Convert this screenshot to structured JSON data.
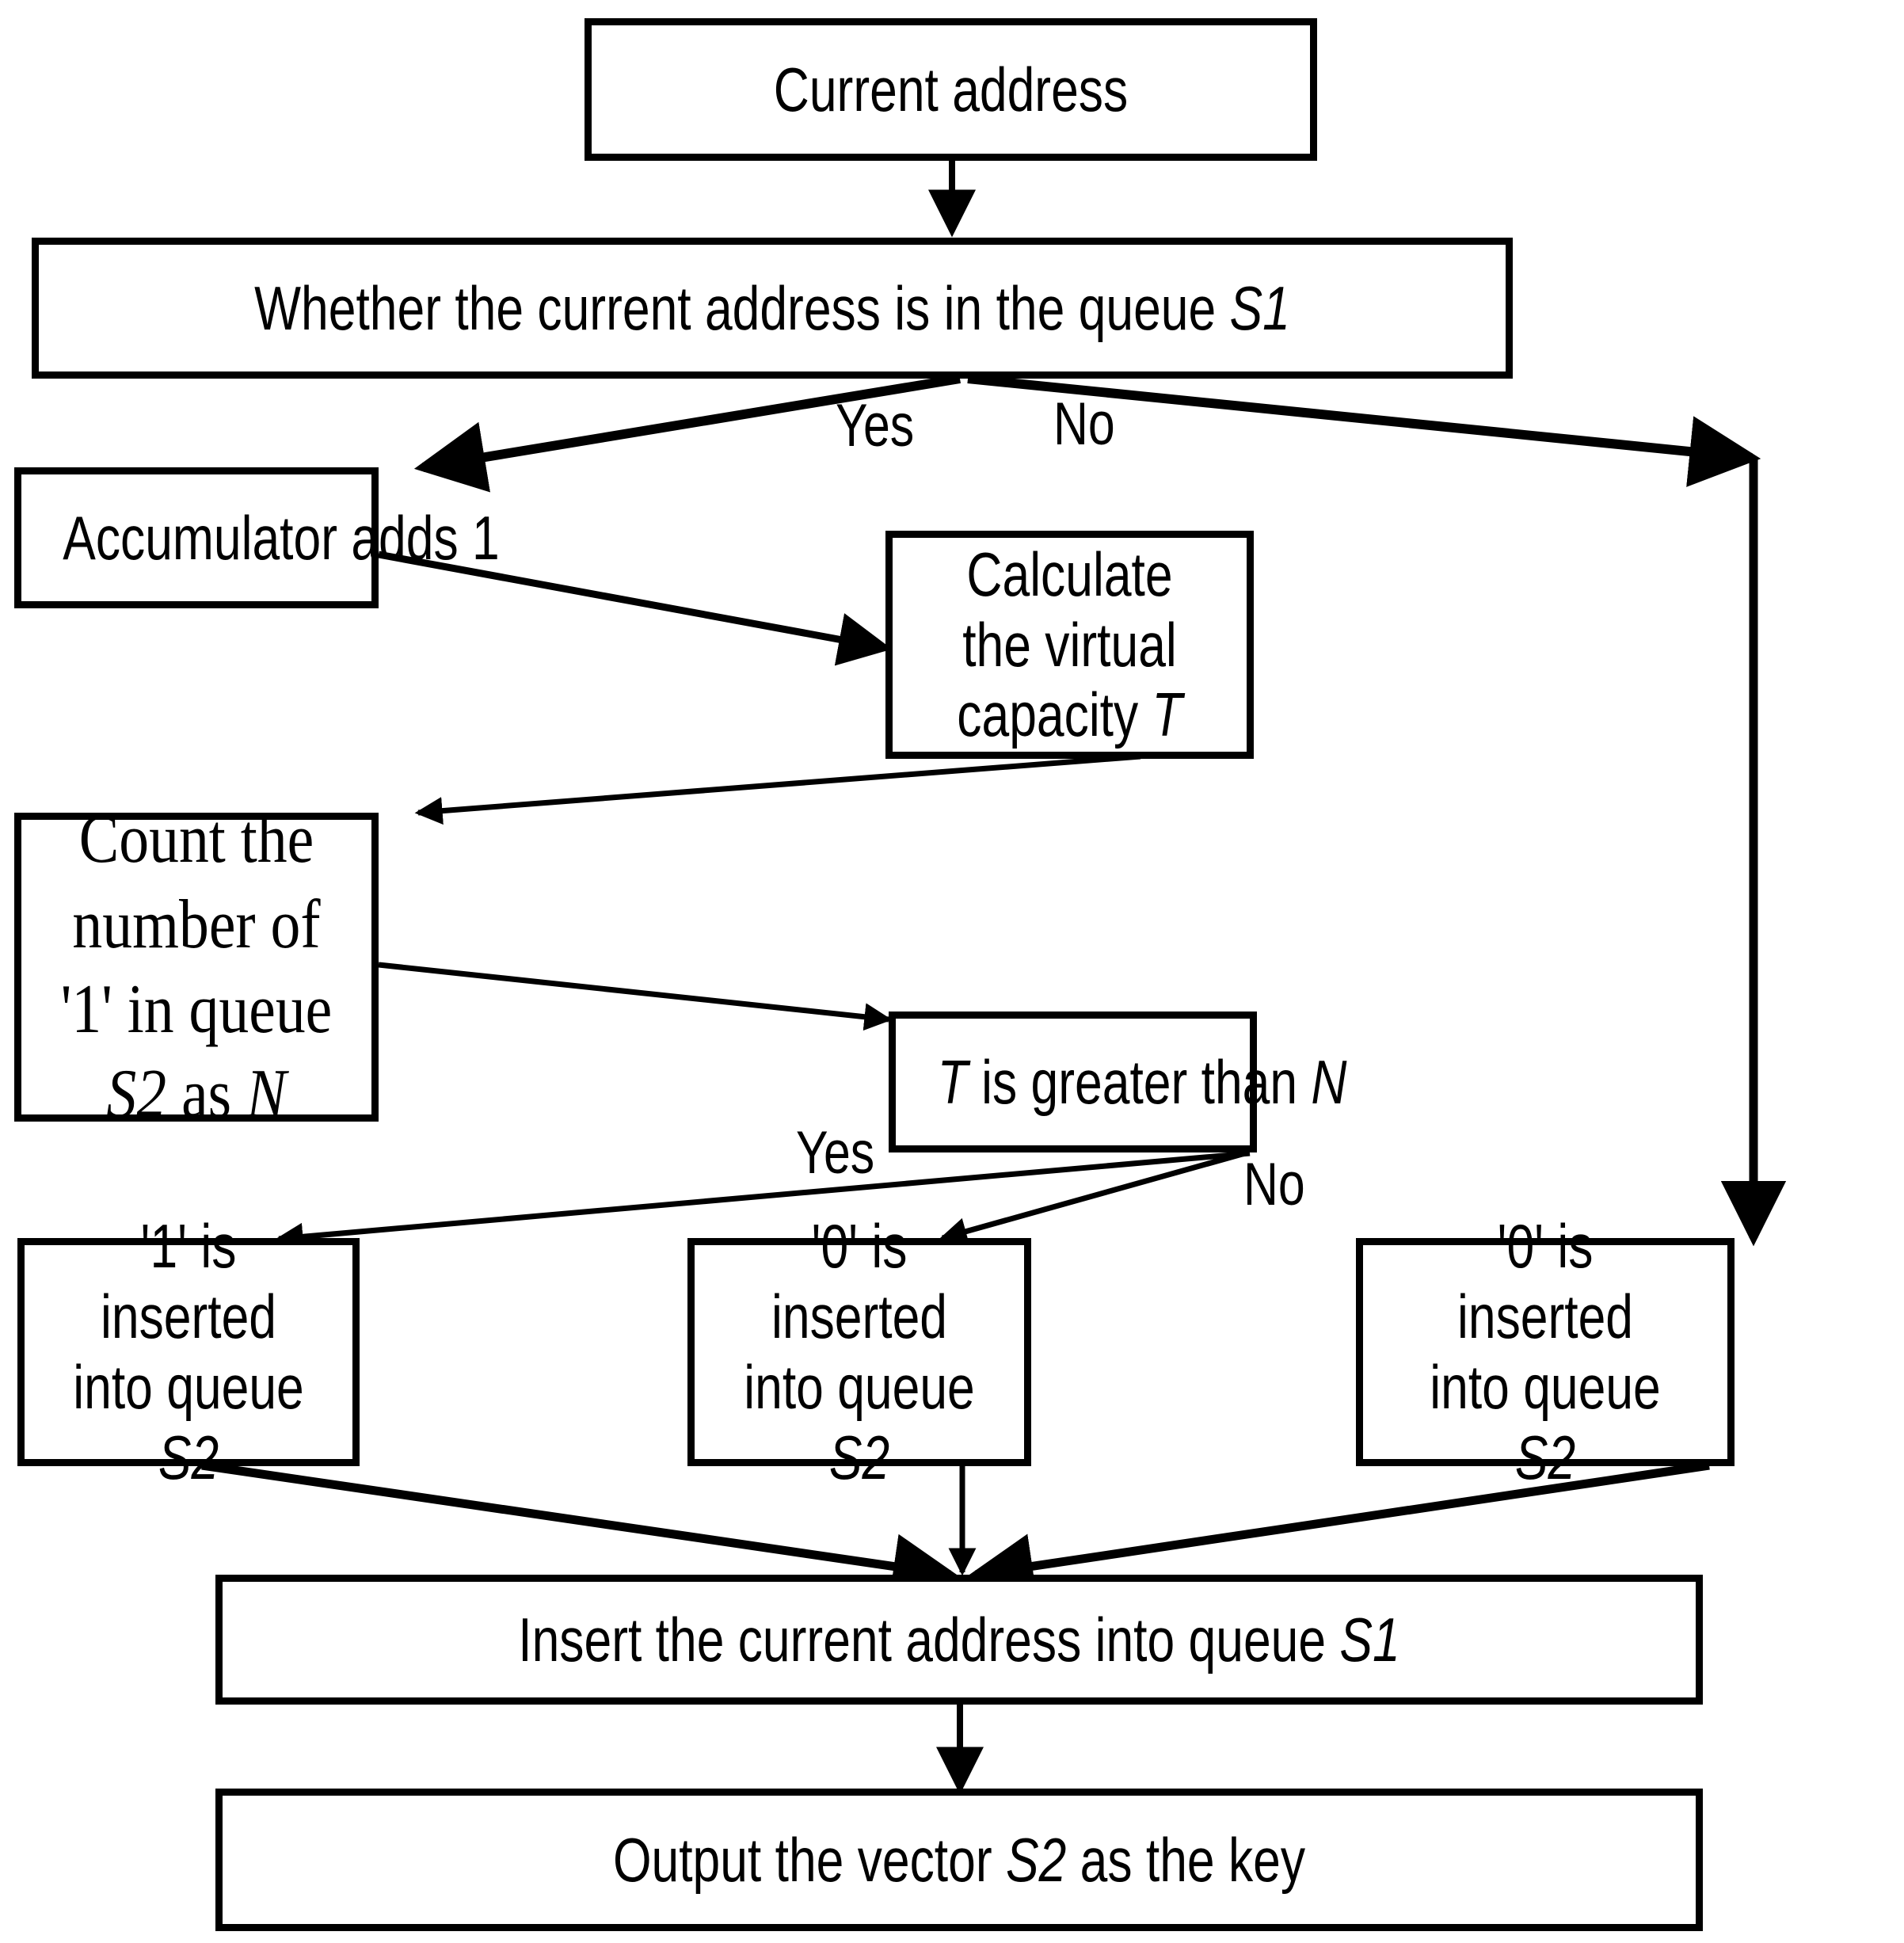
{
  "diagram": {
    "title": "Key generation flowchart",
    "stroke_color": "#000000",
    "background_color": "#ffffff",
    "nodes": [
      {
        "id": "current-address",
        "text": "Current address",
        "font": "sans"
      },
      {
        "id": "whether-in-queue-s1",
        "text_before": "Whether the current address is in the queue ",
        "text_italic": "S1",
        "text_after": "",
        "font": "sans"
      },
      {
        "id": "accumulator-adds-1",
        "text": "Accumulator adds 1",
        "font": "sans"
      },
      {
        "id": "calculate-virtual-capacity",
        "line1": "Calculate the virtual",
        "line2_before": "capacity ",
        "line2_italic": "T",
        "font": "sans"
      },
      {
        "id": "count-ones-in-s2",
        "line1": "Count the number of",
        "line2_a": "'1' in queue ",
        "line2_italic1": "S2",
        "line2_b": " as ",
        "line2_italic2": "N",
        "font": "serif"
      },
      {
        "id": "t-greater-than-n",
        "italic1": "T",
        "middle": " is greater than ",
        "italic2": "N",
        "font": "sans"
      },
      {
        "id": "insert-one-into-s2",
        "line1": "'1' is inserted",
        "line2_before": "into queue ",
        "line2_italic": "S2",
        "font": "sans"
      },
      {
        "id": "insert-zero-into-s2-middle",
        "line1": "'0' is inserted",
        "line2_before": "into queue ",
        "line2_italic": "S2",
        "font": "sans"
      },
      {
        "id": "insert-zero-into-s2-right",
        "line1": "'0' is inserted",
        "line2_before": "into queue ",
        "line2_italic": "S2",
        "font": "sans"
      },
      {
        "id": "insert-address-into-s1",
        "text_before": "Insert the current address into queue ",
        "text_italic": "S1",
        "font": "sans"
      },
      {
        "id": "output-vector-s2",
        "text_before": "Output the vector ",
        "text_italic": "S2",
        "text_after": " as the key",
        "font": "sans"
      }
    ],
    "edge_labels": [
      {
        "id": "yes-s1",
        "text": "Yes"
      },
      {
        "id": "no-s1",
        "text": "No"
      },
      {
        "id": "yes-t-n",
        "text": "Yes"
      },
      {
        "id": "no-t-n",
        "text": "No"
      }
    ]
  }
}
